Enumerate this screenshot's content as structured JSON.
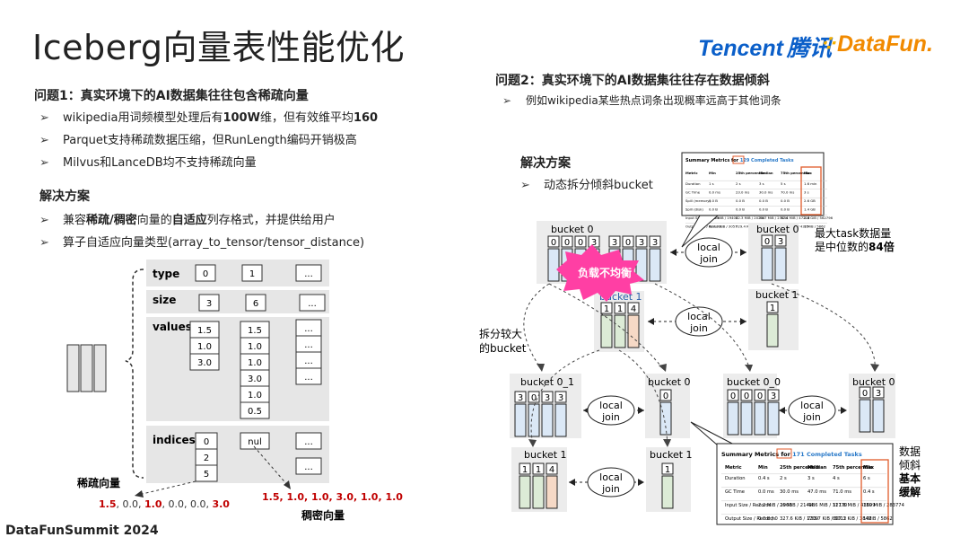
{
  "title": "Iceberg向量表性能优化",
  "logo": {
    "tencent": "Tencent",
    "tencent_cn": "腾讯",
    "datafun": "DataFun."
  },
  "footer": "DataFunSummit 2024",
  "left": {
    "problem1_title": "问题1：真实环境下的AI数据集往往包含稀疏向量",
    "bullets": [
      {
        "pre": "wikipedia用词频模型处理后有",
        "b1": "100W",
        "mid": "维，但有效维平均",
        "b2": "160"
      },
      {
        "text": "Parquet支持稀疏数据压缩，但RunLength编码开销极高"
      },
      {
        "text": "Milvus和LanceDB均不支持稀疏向量"
      }
    ],
    "solution_title": "解决方案",
    "sol_bullets": [
      {
        "p1": "兼容",
        "b1": "稀疏/稠密",
        "p2": "向量的",
        "b2": "自适应",
        "p3": "列存格式，并提供给用户"
      },
      {
        "text": "算子自适应向量类型(array_to_tensor/tensor_distance)"
      }
    ]
  },
  "diagram_left": {
    "row_labels": [
      "type",
      "size",
      "values",
      "indices"
    ],
    "type_vals": [
      "0",
      "1",
      "..."
    ],
    "size_vals": [
      "3",
      "6",
      "..."
    ],
    "values_col1": [
      "1.5",
      "1.0",
      "3.0"
    ],
    "values_col2": [
      "1.5",
      "1.0",
      "1.0",
      "3.0",
      "1.0",
      "0.5"
    ],
    "values_col3": [
      "...",
      "...",
      "...",
      "..."
    ],
    "indices_col1": [
      "0",
      "2",
      "5"
    ],
    "indices_col2": [
      "nul"
    ],
    "indices_col3": [
      "...",
      "..."
    ],
    "sparse_label": "稀疏向量",
    "sparse_values": [
      "1.5",
      ", 0.0, ",
      "1.0",
      ", 0.0, 0.0, ",
      "3.0"
    ],
    "dense_label": "稠密向量",
    "dense_values": "1.5, 1.0, 1.0, 3.0, 1.0, 1.0"
  },
  "right": {
    "problem2_title": "问题2：真实环境下的AI数据集往往存在数据倾斜",
    "problem2_bullet": "例如wikipedia某些热点词条出现概率远高于其他词条",
    "solution_title": "解决方案",
    "solution_bullet": "动态拆分倾斜bucket",
    "bucket0": "bucket 0",
    "bucket1": "bucket 1",
    "bucket0_0": "bucket 0_0",
    "bucket0_1": "bucket 0_1",
    "local_join": [
      "local",
      "join"
    ],
    "skew_label": "负载不均衡",
    "max_note": [
      "最大task数据量",
      "是中位数的",
      "84倍"
    ],
    "split_note": [
      "拆分较大",
      "的bucket"
    ],
    "result_note": [
      "数据",
      "倾斜",
      "基本",
      "缓解"
    ],
    "b0_vals": [
      "0",
      "0",
      "0",
      "3",
      "3",
      "0",
      "3",
      "3"
    ],
    "b0r_vals": [
      "0",
      "3"
    ],
    "b1_vals": [
      "1",
      "1",
      "4"
    ],
    "b1r_vals": [
      "1"
    ],
    "b01_vals": [
      "3",
      "0",
      "3",
      "3"
    ],
    "b00_vals": [
      "0",
      "0",
      "0",
      "3"
    ]
  },
  "metrics_top": {
    "title_pre": "Summary Metrics for ",
    "count": "129",
    "title_post": " Completed Tasks",
    "headers": [
      "Metric",
      "Min",
      "25th percentile",
      "Median",
      "75th percentile",
      "Max"
    ],
    "rows": [
      [
        "Duration",
        "1 s",
        "2 s",
        "3 s",
        "5 s",
        "1.6 min"
      ],
      [
        "GC Time",
        "0.0 ms",
        "23.0 ms",
        "30.0 ms",
        "70.0 ms",
        "3 s"
      ],
      [
        "Spill (memory)",
        "0.0 B",
        "0.0 B",
        "0.0 B",
        "0.0 B",
        "2.6 GB"
      ],
      [
        "Spill (disk)",
        "0.0 B",
        "0.0 B",
        "0.0 B",
        "0.0 B",
        "1.4 GB"
      ],
      [
        "Input Size / Records",
        "10.8 MiB / 19406",
        "22.3 MiB / 20256",
        "34.7 MiB / 27436",
        "62.4 MiB / 47216",
        "2.8 GiB / 562796"
      ],
      [
        "Output Size / Records",
        "624.3 KiB / 3057",
        "729.4 KiB / 2600",
        "780.8 KiB / 3443",
        "932.1 KiB / 4305",
        "1 MiB / 5862"
      ]
    ]
  },
  "metrics_bottom": {
    "title_pre": "Summary Metrics for ",
    "count": "171",
    "title_post": " Completed Tasks",
    "headers": [
      "Metric",
      "Min",
      "25th percentile",
      "Median",
      "75th percentile",
      "Max"
    ],
    "rows": [
      [
        "Duration",
        "0.4 s",
        "2 s",
        "3 s",
        "4 s",
        "6 s"
      ],
      [
        "GC Time",
        "0.0 ms",
        "30.0 ms",
        "47.0 ms",
        "71.0 ms",
        "0.4 s"
      ],
      [
        "Input Size / Records",
        "2.2 MiB / 1963",
        "26 MiB / 21418",
        "44.6 MiB / 31770",
        "121.8 MiB / 43699",
        "130 MiB / 283774"
      ],
      [
        "Output Size / Records",
        "0.0 B / 0",
        "327.6 KiB / 1209",
        "733.7 KiB / 3012",
        "807.3 KiB / 3842",
        "1 MiB / 5862"
      ]
    ]
  }
}
